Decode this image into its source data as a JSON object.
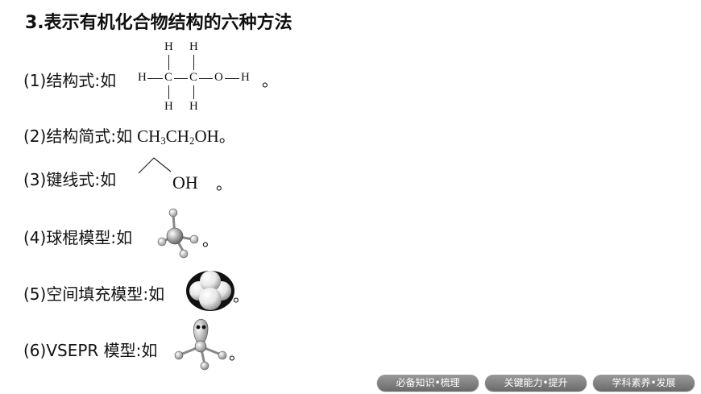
{
  "title": "3.表示有机化合物结构的六种方法",
  "items": [
    {
      "label": "(1)结构式:如",
      "end": "。"
    },
    {
      "label": "(2)结构简式:如",
      "formula": {
        "p1": "CH",
        "s1": "3",
        "p2": "CH",
        "s2": "2",
        "p3": "OH"
      },
      "end": "。"
    },
    {
      "label": "(3)键线式:如",
      "oh": "OH",
      "end": "。"
    },
    {
      "label": "(4)球棍模型:如",
      "end": "。"
    },
    {
      "label": "(5)空间填充模型:如",
      "end": "。"
    },
    {
      "label": "(6)VSEPR 模型:如",
      "end": "。"
    }
  ],
  "structural_formula": {
    "h": "H",
    "c": "C",
    "o": "O"
  },
  "nav": [
    "必备知识•梳理",
    "关键能力•提升",
    "学科素养•发展"
  ]
}
